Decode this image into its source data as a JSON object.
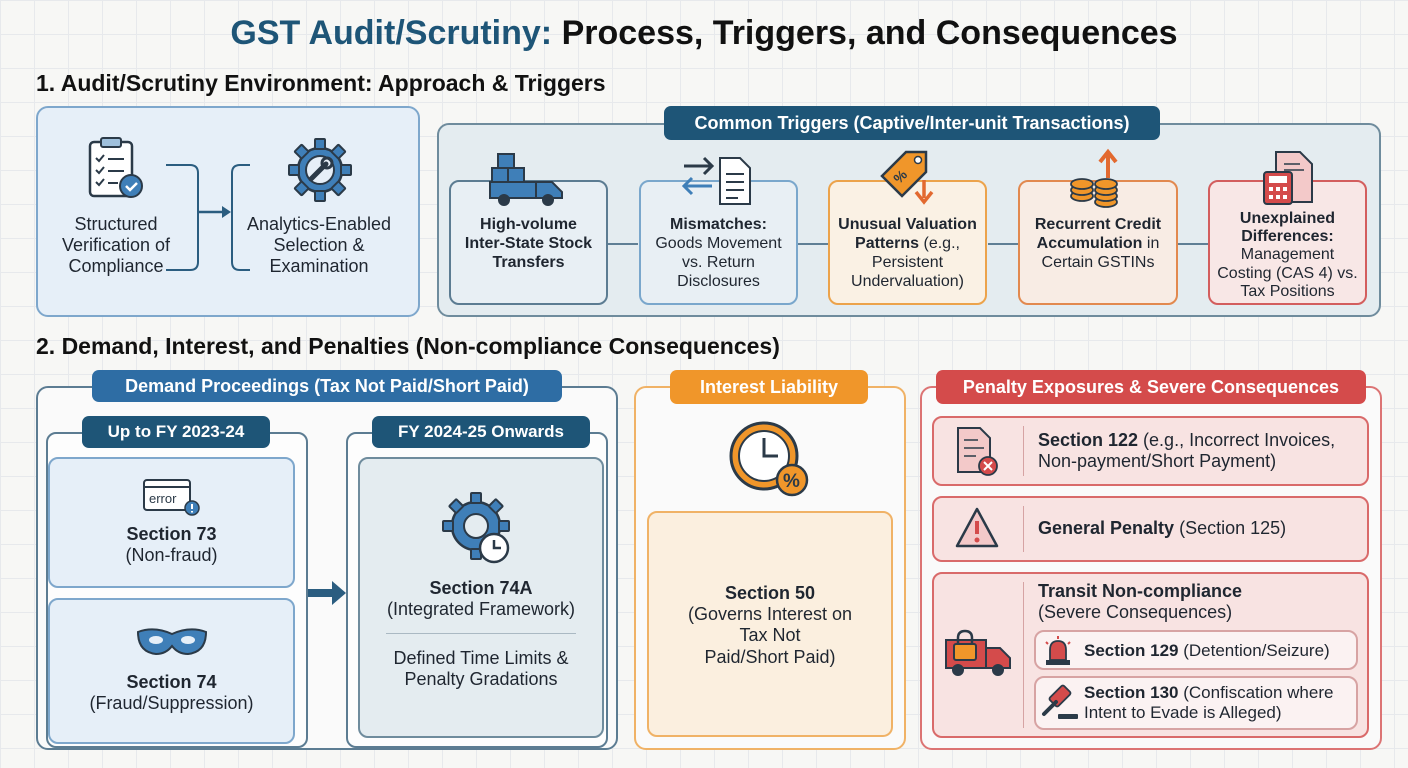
{
  "title": {
    "part1": "GST Audit/Scrutiny:",
    "part2": "Process, Triggers, and Consequences"
  },
  "section1": {
    "heading": "1. Audit/Scrutiny Environment: Approach & Triggers",
    "approach": {
      "step1": {
        "line1": "Structured",
        "line2": "Verification of",
        "line3": "Compliance"
      },
      "step2": {
        "line1": "Analytics-Enabled",
        "line2": "Selection &",
        "line3": "Examination"
      }
    },
    "triggers": {
      "label": "Common Triggers (Captive/Inter-unit Transactions)",
      "t1": {
        "line1": "High-volume",
        "line2": "Inter-State Stock",
        "line3": "Transfers"
      },
      "t2": {
        "line1": "Mismatches:",
        "line2": "Goods Movement",
        "line3": "vs. Return",
        "line4": "Disclosures"
      },
      "t3": {
        "line1": "Unusual Valuation",
        "line2a": "Patterns",
        "line2b": " (e.g.,",
        "line3": "Persistent",
        "line4": "Undervaluation)"
      },
      "t4": {
        "line1": "Recurrent Credit",
        "line2a": "Accumulation",
        "line2b": " in",
        "line3": "Certain GSTINs"
      },
      "t5": {
        "line1": "Unexplained",
        "line2": "Differences:",
        "line3": "Management",
        "line4": "Costing (CAS 4) vs.",
        "line5": "Tax Positions"
      }
    }
  },
  "section2": {
    "heading": "2. Demand, Interest, and Penalties (Non-compliance Consequences)",
    "demand": {
      "label": "Demand Proceedings (Tax Not Paid/Short Paid)",
      "col1_label": "Up to FY 2023-24",
      "col2_label": "FY 2024-25 Onwards",
      "error_word": "error",
      "s73": {
        "title": "Section 73",
        "sub": "(Non-fraud)"
      },
      "s74": {
        "title": "Section 74",
        "sub": "(Fraud/Suppression)"
      },
      "s74a": {
        "title": "Section 74A",
        "sub": "(Integrated Framework)",
        "note1": "Defined Time Limits &",
        "note2": "Penalty Gradations"
      }
    },
    "interest": {
      "label": "Interest Liability",
      "title": "Section 50",
      "l1": "(Governs Interest on",
      "l2": "Tax Not",
      "l3": "Paid/Short Paid)"
    },
    "penalty": {
      "label": "Penalty Exposures & Severe Consequences",
      "s122": {
        "bold": "Section 122",
        "rest": " (e.g., Incorrect Invoices,",
        "line2": "Non-payment/Short Payment)"
      },
      "general": {
        "bold": "General Penalty",
        "rest": " (Section 125)"
      },
      "transit": {
        "title": "Transit Non-compliance",
        "sub": "(Severe Consequences)",
        "s129": {
          "bold": "Section 129",
          "rest": " (Detention/Seizure)"
        },
        "s130": {
          "bold": "Section 130",
          "rest": " (Confiscation where",
          "line2": "Intent to Evade is Alleged)"
        }
      }
    }
  },
  "colors": {
    "navy": "#1e5577",
    "blue": "#2e6da4",
    "orange": "#f0962a",
    "red": "#d44b4b"
  }
}
